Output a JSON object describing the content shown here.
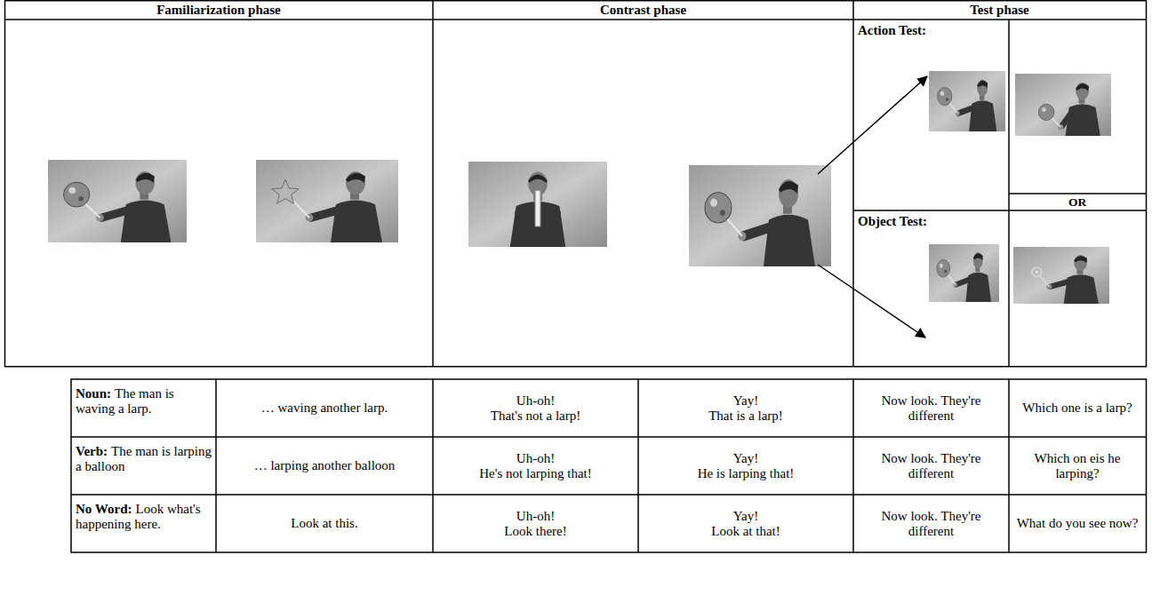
{
  "diagram": {
    "labels": [
      "Familiarization phase",
      "Contrast phase",
      "Test phase",
      "Action Test:",
      "OR",
      "Object Test:",
      "Noun:",
      "The man is waving a larp.",
      "… waving another larp.",
      "Uh-oh!",
      "That's not a larp!",
      "Yay!",
      "That is a larp!",
      "Now look. They're different",
      "Which one is a larp?",
      "Verb:",
      "The man is larping a balloon",
      "… larping another balloon",
      "Uh-oh!",
      "He's not larping that!",
      "Yay!",
      "He is larping that!",
      "Now look. They're different",
      "Which on eis he larping?",
      "No Word:",
      "Look what's happening here.",
      "Look at this.",
      "Uh-oh!",
      "Look there!",
      "Yay!",
      "Look at that!",
      "Now look. They're different",
      "What do you see now?"
    ]
  }
}
